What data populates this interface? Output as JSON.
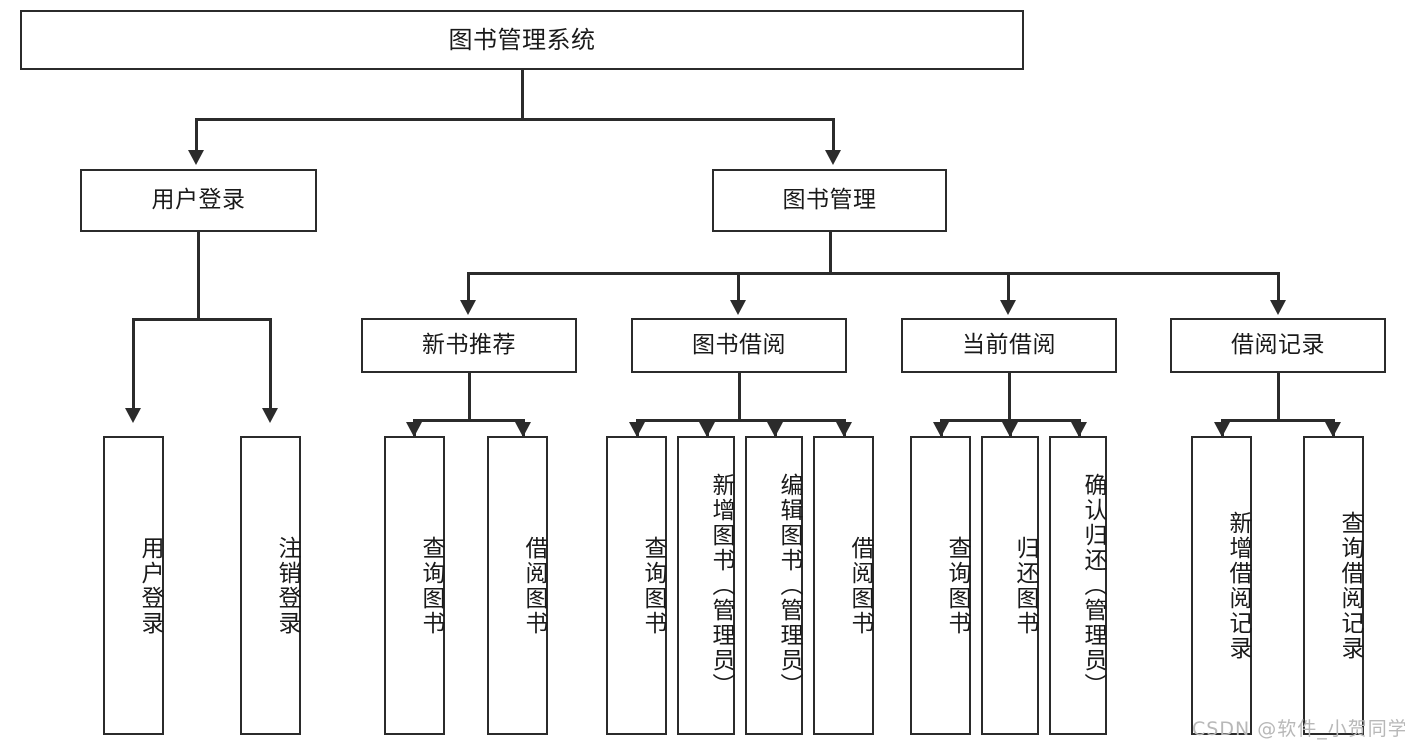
{
  "diagram": {
    "type": "tree-hierarchy-chart",
    "root": {
      "label": "图书管理系统"
    },
    "level1": [
      {
        "id": "user-login",
        "label": "用户登录"
      },
      {
        "id": "book-management",
        "label": "图书管理"
      }
    ],
    "level2": [
      {
        "id": "new-book-recommend",
        "label": "新书推荐",
        "parent": "book-management"
      },
      {
        "id": "book-borrow",
        "label": "图书借阅",
        "parent": "book-management"
      },
      {
        "id": "current-borrow",
        "label": "当前借阅",
        "parent": "book-management"
      },
      {
        "id": "borrow-record",
        "label": "借阅记录",
        "parent": "book-management"
      }
    ],
    "leaves": [
      {
        "id": "leaf-user-login",
        "label": "用户登录",
        "parent": "user-login"
      },
      {
        "id": "leaf-logout-login",
        "label": "注销登录",
        "parent": "user-login"
      },
      {
        "id": "leaf-query-book-1",
        "label": "查询图书",
        "parent": "new-book-recommend"
      },
      {
        "id": "leaf-borrow-book-1",
        "label": "借阅图书",
        "parent": "new-book-recommend"
      },
      {
        "id": "leaf-query-book-2",
        "label": "查询图书",
        "parent": "book-borrow"
      },
      {
        "id": "leaf-add-book",
        "label": "新增图书（管理员）",
        "parent": "book-borrow"
      },
      {
        "id": "leaf-edit-book",
        "label": "编辑图书（管理员）",
        "parent": "book-borrow"
      },
      {
        "id": "leaf-borrow-book-2",
        "label": "借阅图书",
        "parent": "book-borrow"
      },
      {
        "id": "leaf-query-book-3",
        "label": "查询图书",
        "parent": "current-borrow"
      },
      {
        "id": "leaf-return-book",
        "label": "归还图书",
        "parent": "current-borrow"
      },
      {
        "id": "leaf-confirm-return",
        "label": "确认归还（管理员）",
        "parent": "current-borrow"
      },
      {
        "id": "leaf-add-record",
        "label": "新增借阅记录",
        "parent": "borrow-record"
      },
      {
        "id": "leaf-query-record",
        "label": "查询借阅记录",
        "parent": "borrow-record"
      }
    ]
  },
  "watermark": {
    "text": "CSDN @软件_小贺同学"
  },
  "colors": {
    "stroke": "#2b2b2b",
    "fill": "#ffffff",
    "text": "#1a1a1a",
    "watermark": "#b8b8b8"
  }
}
